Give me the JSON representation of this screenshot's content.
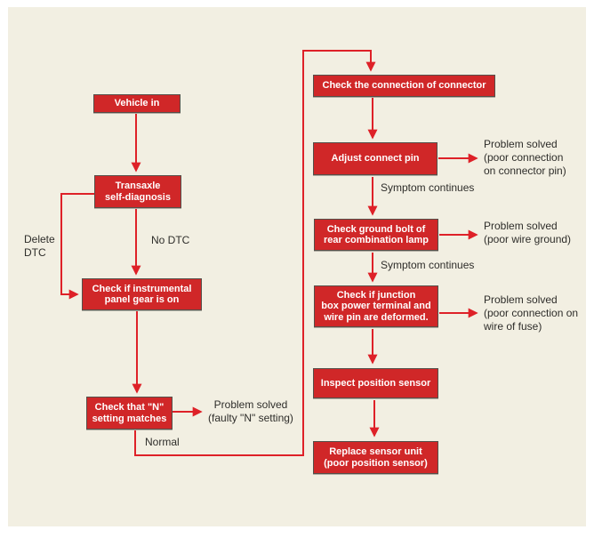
{
  "diagram": {
    "type": "flowchart",
    "subject": "Transaxle self-diagnosis troubleshooting flow",
    "colors": {
      "page_background": "#ffffff",
      "panel_background": "#f2efe2",
      "box_fill": "#d02728",
      "box_border": "#55504a",
      "box_text": "#ffffff",
      "arrow": "#de2128",
      "label_text": "#2e2d2a"
    },
    "boxes": {
      "vehicle_in": "Vehicle in",
      "transaxle": "Transaxle\nself-diagnosis",
      "panel_gear": "Check if instrumental\npanel gear is on",
      "n_setting": "Check that \"N\"\nsetting matches",
      "connector": "Check the connection of connector",
      "adjust_pin": "Adjust connect pin",
      "ground_bolt": "Check ground bolt of\nrear combination lamp",
      "junction_box": "Check if junction\nbox power terminal and\nwire pin are deformed.",
      "inspect_sensor": "Inspect position sensor",
      "replace_sensor": "Replace sensor unit\n(poor position sensor)"
    },
    "labels": {
      "delete_dtc": "Delete\nDTC",
      "no_dtc": "No DTC",
      "problem_n_setting": "Problem solved\n(faulty \"N\" setting)",
      "normal": "Normal",
      "symptom_continues_1": "Symptom continues",
      "symptom_continues_2": "Symptom continues",
      "problem_connector_pin": "Problem solved\n(poor connection\non connector pin)",
      "problem_wire_ground": "Problem solved\n(poor wire ground)",
      "problem_wire_fuse": "Problem solved\n(poor connection on\nwire of fuse)"
    }
  }
}
